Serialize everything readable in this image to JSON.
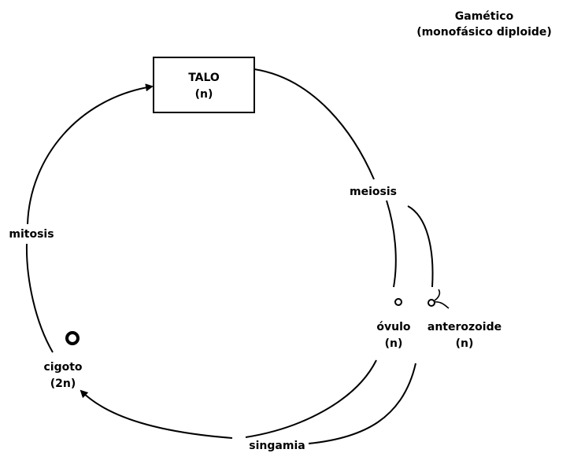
{
  "title": {
    "line1": "Gamético",
    "line2": "(monofásico diploide)"
  },
  "thallus": {
    "name": "TALO",
    "ploidy": "(n)"
  },
  "stages": {
    "meiosis": "meiosis",
    "mitosis": "mitosis",
    "syngamy": "singamia"
  },
  "zygote": {
    "name": "cigoto",
    "ploidy": "(2n)"
  },
  "ovule": {
    "name": "óvulo",
    "ploidy": "(n)"
  },
  "antherozoid": {
    "name": "anterozoide",
    "ploidy": "(n)"
  },
  "colors": {
    "ink": "#000000",
    "background": "#ffffff"
  }
}
